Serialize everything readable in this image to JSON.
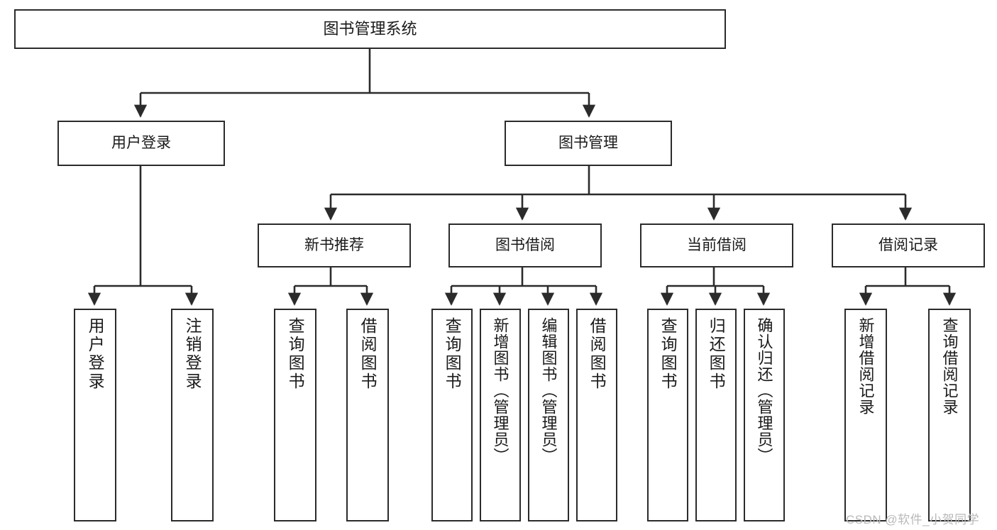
{
  "diagram": {
    "type": "tree",
    "title": "图书管理系统",
    "orientation": "top-down",
    "colors": {
      "box_border": "#2b2b2b",
      "box_fill": "#ffffff",
      "edge": "#2b2b2b",
      "text": "#1a1a1a",
      "watermark": "#b9b9b9",
      "background": "#ffffff"
    },
    "nodes": {
      "root": {
        "label": "图书管理系统"
      },
      "level1": [
        {
          "id": "user-login",
          "label": "用户登录"
        },
        {
          "id": "book-manage",
          "label": "图书管理"
        }
      ],
      "level2": [
        {
          "id": "new-book-rec",
          "label": "新书推荐"
        },
        {
          "id": "book-borrow",
          "label": "图书借阅"
        },
        {
          "id": "current-borrow",
          "label": "当前借阅"
        },
        {
          "id": "borrow-record",
          "label": "借阅记录"
        }
      ],
      "leaves": {
        "user-login": [
          {
            "id": "leaf-user-login",
            "label": "用户登录"
          },
          {
            "id": "leaf-logout-login",
            "label": "注销登录"
          }
        ],
        "new-book-rec": [
          {
            "id": "leaf-query-book-1",
            "label": "查询图书"
          },
          {
            "id": "leaf-borrow-book-1",
            "label": "借阅图书"
          }
        ],
        "book-borrow": [
          {
            "id": "leaf-query-book-2",
            "label": "查询图书"
          },
          {
            "id": "leaf-add-book",
            "label": "新增图书（管理员）"
          },
          {
            "id": "leaf-edit-book",
            "label": "编辑图书（管理员）"
          },
          {
            "id": "leaf-borrow-book-2",
            "label": "借阅图书"
          }
        ],
        "current-borrow": [
          {
            "id": "leaf-query-book-3",
            "label": "查询图书"
          },
          {
            "id": "leaf-return-book",
            "label": "归还图书"
          },
          {
            "id": "leaf-confirm-return",
            "label": "确认归还（管理员）"
          }
        ],
        "borrow-record": [
          {
            "id": "leaf-add-record",
            "label": "新增借阅记录"
          },
          {
            "id": "leaf-query-record",
            "label": "查询借阅记录"
          }
        ]
      }
    }
  },
  "watermark": {
    "text": "CSDN @软件_小贺同学"
  }
}
